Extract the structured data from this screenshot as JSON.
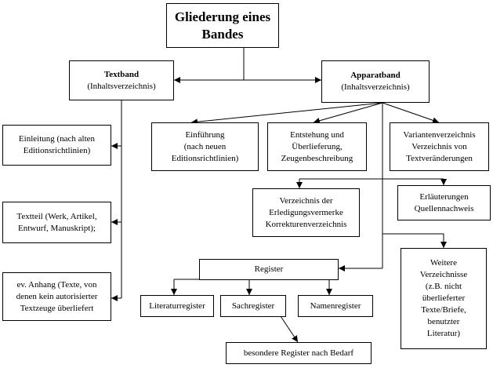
{
  "root": {
    "lines": [
      "Gliederung eines",
      "Bandes"
    ]
  },
  "textband": {
    "title": "Textband",
    "subtitle": "(Inhaltsverzeichnis)"
  },
  "apparatband": {
    "title": "Apparatband",
    "subtitle": "(Inhaltsverzeichnis)"
  },
  "einleitung": {
    "lines": [
      "Einleitung (nach alten",
      "Editionsrichtlinien)"
    ]
  },
  "textteil": {
    "lines": [
      "Textteil (Werk, Artikel,",
      "Entwurf, Manuskript);"
    ]
  },
  "anhang": {
    "lines": [
      "ev. Anhang (Texte, von",
      "denen kein autorisierter",
      "Textzeuge überliefert"
    ]
  },
  "einfuehrung": {
    "lines": [
      "Einführung",
      "(nach neuen",
      "Editionsrichtlinien)"
    ]
  },
  "entstehung": {
    "lines": [
      "Entstehung und",
      "Überlieferung,",
      "Zeugenbeschreibung"
    ]
  },
  "varianten": {
    "lines": [
      "Variantenverzeichnis",
      "Verzeichnis von",
      "Textveränderungen"
    ]
  },
  "erledigung": {
    "lines": [
      "Verzeichnis der",
      "Erledigungsvermerke",
      "Korrekturenverzeichnis"
    ]
  },
  "erlaeuterungen": {
    "lines": [
      "Erläuterungen",
      "Quellennachweis"
    ]
  },
  "register": {
    "label": "Register"
  },
  "weitere": {
    "lines": [
      "Weitere",
      "Verzeichnisse",
      "(z.B. nicht",
      "überlieferter",
      "Texte/Briefe,",
      "benutzter",
      "Literatur)"
    ]
  },
  "literaturregister": {
    "label": "Literaturregister"
  },
  "sachregister": {
    "label": "Sachregister"
  },
  "namenregister": {
    "label": "Namenregister"
  },
  "besondere": {
    "label": "besondere Register nach Bedarf"
  }
}
